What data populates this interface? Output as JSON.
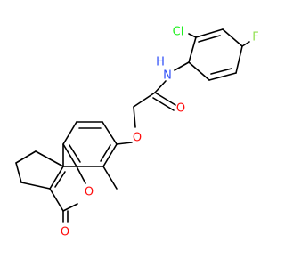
{
  "molecule": {
    "atom_labels": {
      "cl": "Cl",
      "f": "F",
      "n": "N",
      "h": "H",
      "o_amide": "O",
      "o_ether": "O",
      "o_ring": "O",
      "o_ketone": "O"
    },
    "element_colors": {
      "O": "#ff0d0d",
      "N": "#3050f8",
      "Cl": "#1ff01f",
      "F": "#90e050",
      "bond": "#000000"
    }
  }
}
